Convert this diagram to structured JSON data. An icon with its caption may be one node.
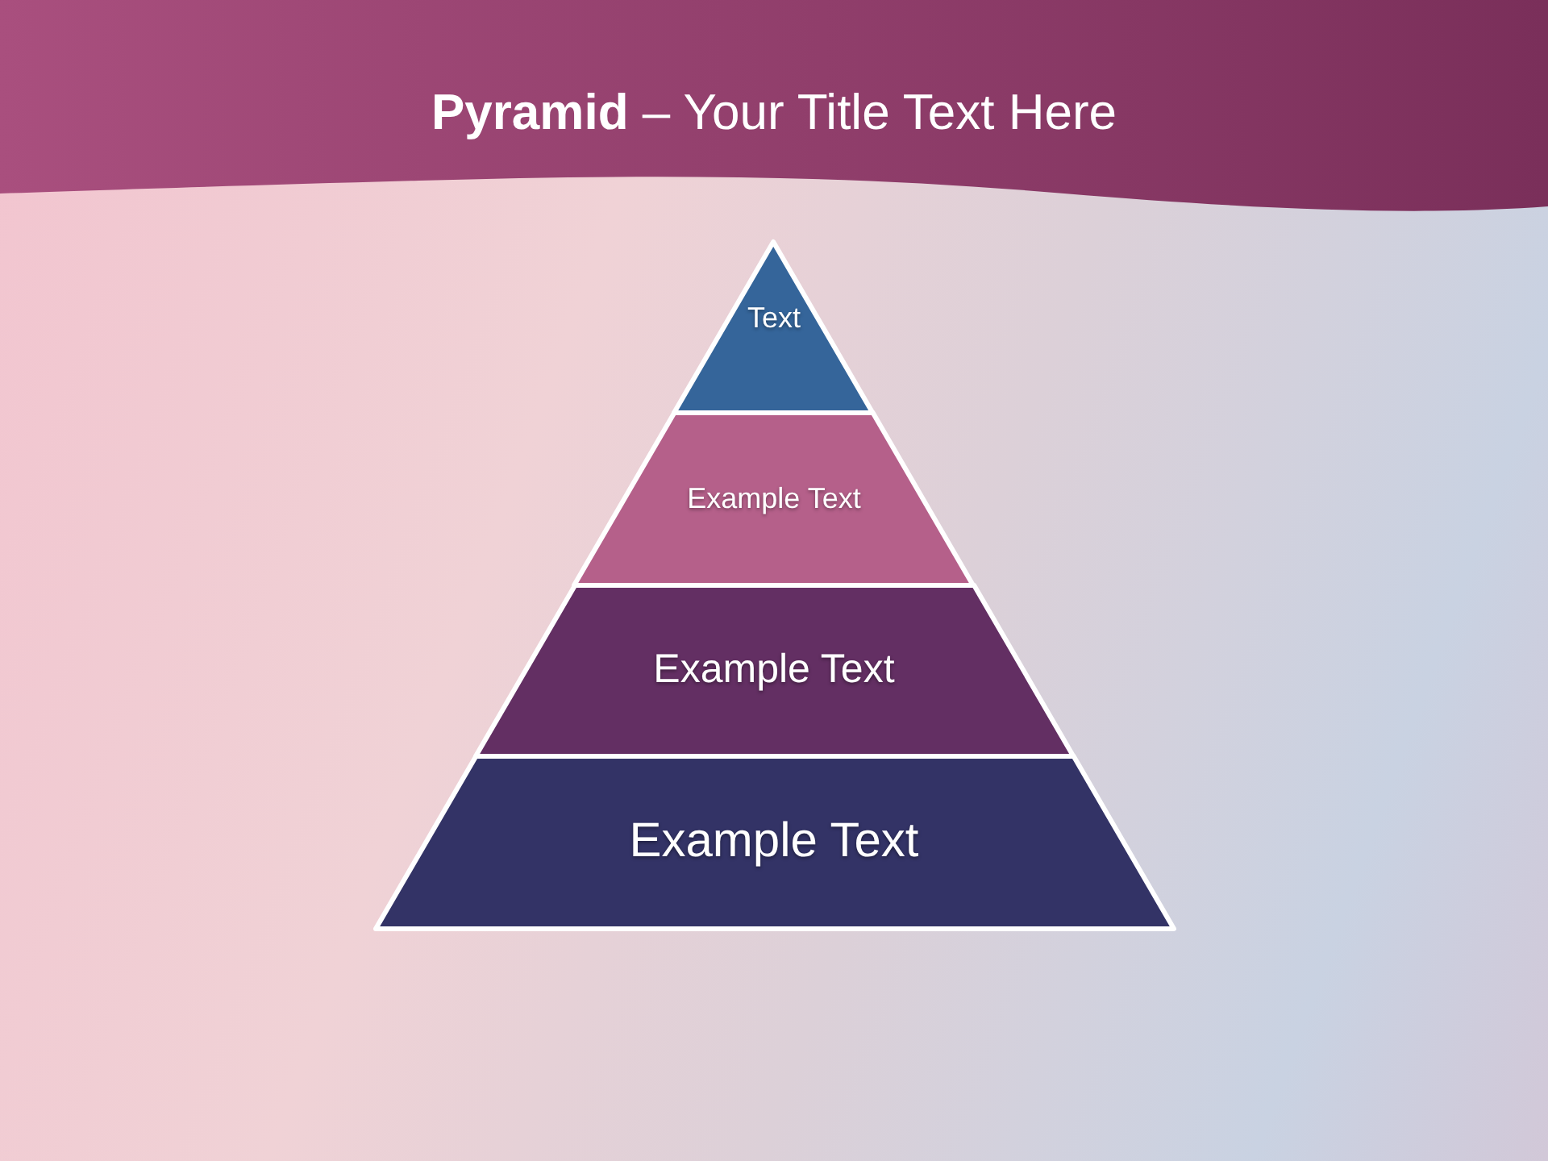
{
  "diagram": {
    "title": "**Pyramid** – Your Title Text Here",
    "nodes": [
      {
        "text": [
          "Text"
        ]
      },
      {
        "text": [
          "Example Text"
        ]
      },
      {
        "text": [
          "Example Text"
        ]
      },
      {
        "text": [
          "Example Text"
        ]
      }
    ]
  }
}
